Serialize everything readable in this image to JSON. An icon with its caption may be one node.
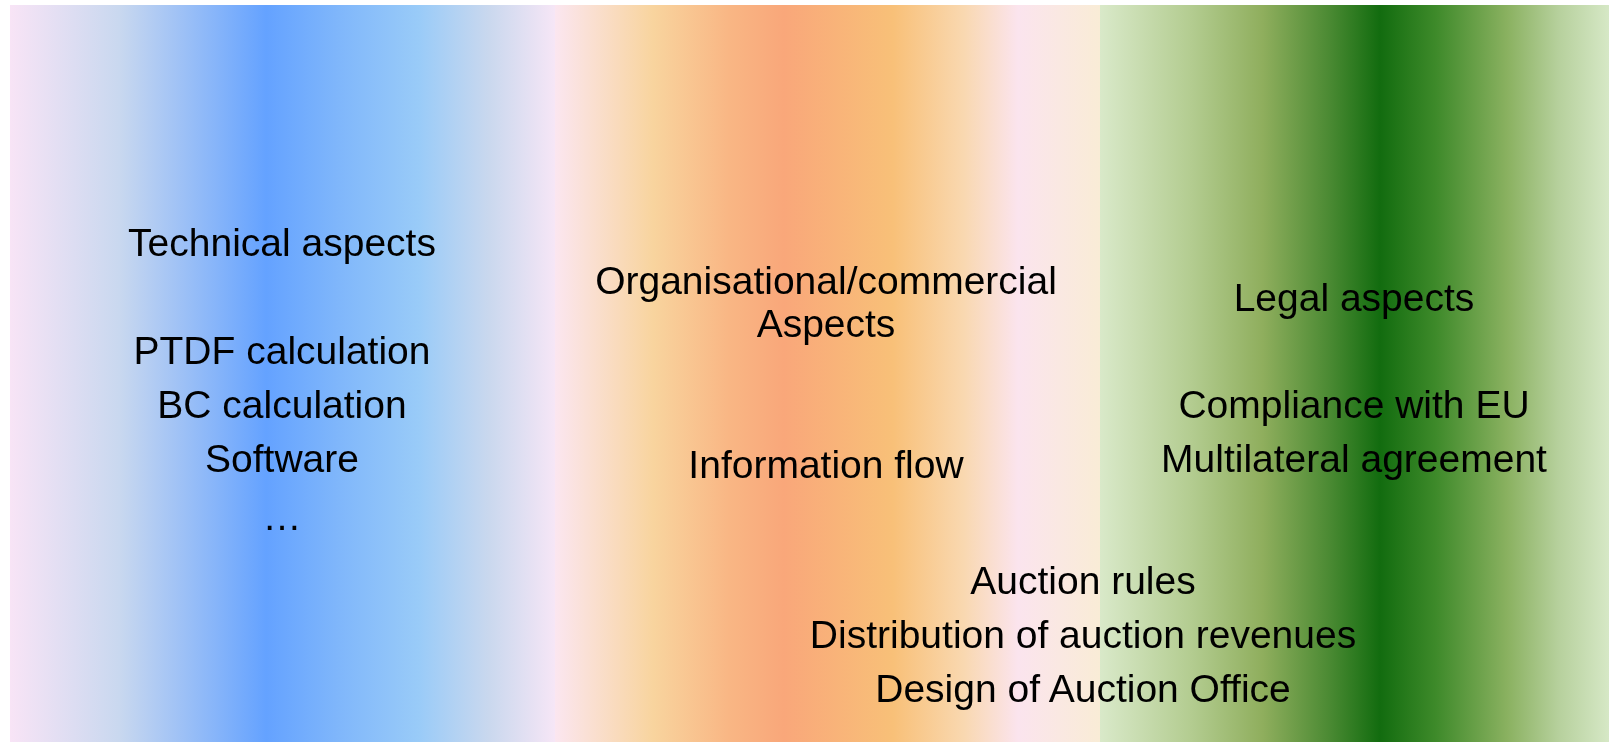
{
  "diagram": {
    "nodes": [
      {
        "text": [
          "Technical aspects",
          "PTDF calculation",
          "BC calculation",
          "Software",
          "…"
        ]
      },
      {
        "text": [
          "Organisational/commercial Aspects",
          "Information flow"
        ]
      },
      {
        "text": [
          "Legal aspects",
          "Compliance with EU",
          "Multilateral agreement"
        ]
      }
    ],
    "edges": [],
    "labels": [
      "Auction rules",
      "Distribution of auction revenues",
      "Design of Auction Office"
    ]
  }
}
